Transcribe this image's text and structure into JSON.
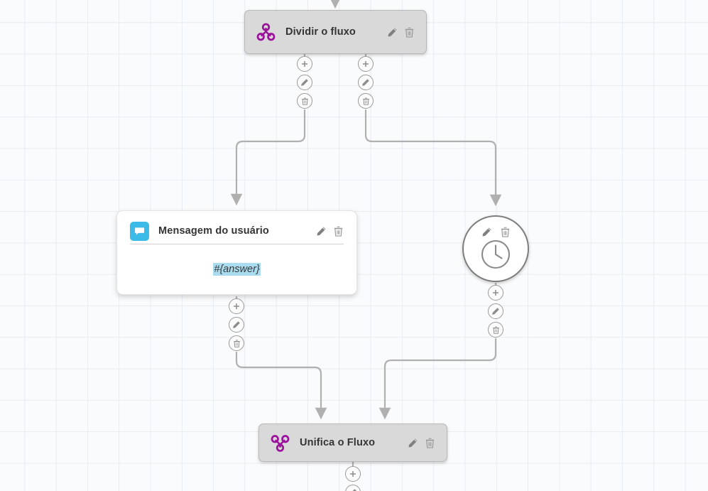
{
  "canvas": {
    "grid": "44px",
    "background_color": "#fafbfc",
    "grid_line_color": "#e7ecf3"
  },
  "colors": {
    "logic_node_fill": "#d9d9d9",
    "logic_node_border": "#b8b8b8",
    "purple_icon": "#9c119c",
    "message_icon_blue": "#3dbbe8",
    "token_highlight": "#aadcf0",
    "edge_line": "#b0b0b0",
    "circle_node_border": "#7d7d7d"
  },
  "nodes": [
    {
      "id": "split",
      "type": "logic",
      "label": "Dividir o fluxo",
      "icon": "split-flow-icon",
      "actions": [
        {
          "name": "edit-node-button",
          "icon": "pencil-icon"
        },
        {
          "name": "delete-node-button",
          "icon": "trash-icon"
        }
      ]
    },
    {
      "id": "user-message",
      "type": "card",
      "label": "Mensagem do usuário",
      "icon": "chat-bubble-icon",
      "body_text": "#{answer}",
      "actions": [
        {
          "name": "edit-node-button",
          "icon": "pencil-icon"
        },
        {
          "name": "delete-node-button",
          "icon": "trash-icon"
        }
      ]
    },
    {
      "id": "delay",
      "type": "circle",
      "label": "",
      "icon": "clock-icon",
      "actions": [
        {
          "name": "edit-node-button",
          "icon": "pencil-icon"
        },
        {
          "name": "delete-node-button",
          "icon": "trash-icon"
        }
      ]
    },
    {
      "id": "merge",
      "type": "logic",
      "label": "Unifica o Fluxo",
      "icon": "merge-flow-icon",
      "actions": [
        {
          "name": "edit-node-button",
          "icon": "pencil-icon"
        },
        {
          "name": "delete-node-button",
          "icon": "trash-icon"
        }
      ]
    }
  ],
  "connector_buttons": [
    {
      "id": "split-left",
      "buttons": [
        "add-icon",
        "pencil-icon",
        "trash-icon"
      ]
    },
    {
      "id": "split-right",
      "buttons": [
        "add-icon",
        "pencil-icon",
        "trash-icon"
      ]
    },
    {
      "id": "message-out",
      "buttons": [
        "add-icon",
        "pencil-icon",
        "trash-icon"
      ]
    },
    {
      "id": "delay-out",
      "buttons": [
        "add-icon",
        "pencil-icon",
        "trash-icon"
      ]
    },
    {
      "id": "merge-out",
      "buttons": [
        "add-icon",
        "pencil-icon"
      ]
    }
  ],
  "edges": [
    {
      "from": "canvas-top",
      "to": "split"
    },
    {
      "from": "split-left",
      "to": "user-message"
    },
    {
      "from": "split-right",
      "to": "delay"
    },
    {
      "from": "user-message",
      "to": "merge"
    },
    {
      "from": "delay",
      "to": "merge"
    }
  ]
}
